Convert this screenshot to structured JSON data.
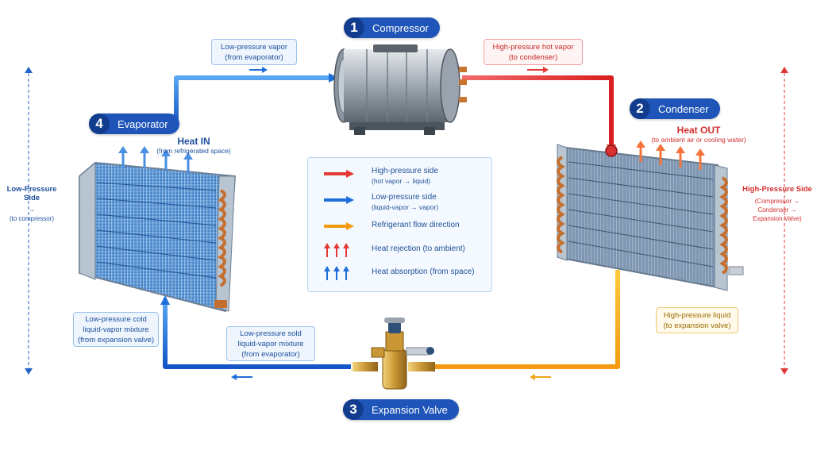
{
  "components": {
    "compressor": {
      "number": "1",
      "label": "Compressor"
    },
    "condenser": {
      "number": "2",
      "label": "Condenser"
    },
    "expansion_valve": {
      "number": "3",
      "label": "Expansion Valve"
    },
    "evaporator": {
      "number": "4",
      "label": "Evaporator"
    }
  },
  "flow_labels": {
    "suction": {
      "line1": "Low-pressure vapor",
      "line2": "(from evaporator)"
    },
    "discharge": {
      "line1": "High-pressure hot vapor",
      "line2": "(to condenser)"
    },
    "liquid": {
      "line1": "High-pressure liquid",
      "line2": "(to expansion valve)"
    },
    "return_line": {
      "line1": "Low-pressure sold",
      "line2": "liquid-vapor mixture",
      "line3": "(from evaporator)"
    },
    "evap_inlet": {
      "line1": "Low-pressure cold",
      "line2": "liquid-vapor mixture",
      "line3": "(from expansion valve)"
    }
  },
  "heat": {
    "in": {
      "title": "Heat IN",
      "subtitle": "(from refrigerated space)"
    },
    "out": {
      "title": "Heat OUT",
      "subtitle": "(to ambient air or cooling water)"
    }
  },
  "legend": [
    {
      "line1": "High-pressure side",
      "line2": "(hot vapor → liquid)",
      "kind": "red-arrow"
    },
    {
      "line1": "Low-pressure side",
      "line2": "(liquid-vapor → vapor)",
      "kind": "blue-arrow"
    },
    {
      "line1": "Refrigerant flow direction",
      "line2": "",
      "kind": "orange-arrow"
    },
    {
      "line1": "Heat rejection (to ambient)",
      "line2": "",
      "kind": "red-up-arrows"
    },
    {
      "line1": "Heat absorption (from space)",
      "line2": "",
      "kind": "blue-up-arrows"
    }
  ],
  "sides": {
    "low": {
      "title": "Low-Pressure Side",
      "line1": "→",
      "line2": "(to compressor)"
    },
    "high": {
      "title": "High-Pressure Side",
      "line1": "(Compressor →",
      "line2": "Condenser →",
      "line3": "Expansion Valve)"
    }
  },
  "colors": {
    "high_pressure": "#e53935",
    "low_pressure": "#1e6fd9",
    "liquid_line": "#f2b01e",
    "heat_out": "#f4743b",
    "heat_in": "#4a90e2",
    "badge": "#1f55b8"
  },
  "icons": {
    "compressor": "compressor-icon",
    "condenser": "condenser-coil-icon",
    "evaporator": "evaporator-coil-icon",
    "expansion_valve": "expansion-valve-icon"
  }
}
